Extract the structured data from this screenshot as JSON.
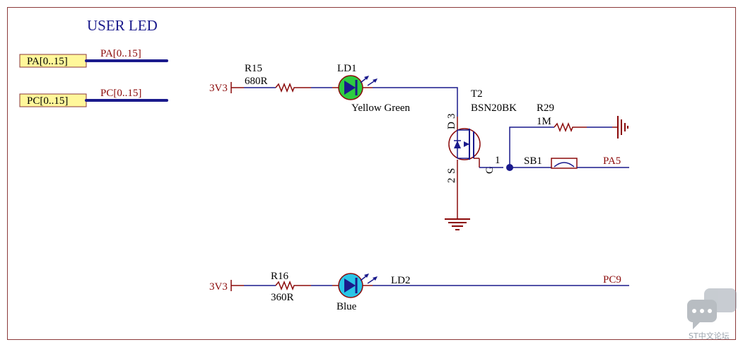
{
  "title": "USER LED",
  "ports": {
    "pa": {
      "label": "PA[0..15]",
      "net": "PA[0..15]"
    },
    "pc": {
      "label": "PC[0..15]",
      "net": "PC[0..15]"
    }
  },
  "power": {
    "top": "3V3",
    "bottom": "3V3"
  },
  "r15": {
    "ref": "R15",
    "value": "680R"
  },
  "ld1": {
    "ref": "LD1",
    "color": "Yellow Green"
  },
  "t2": {
    "ref": "T2",
    "value": "BSN20BK",
    "pin_d": "D",
    "pin_3": "3",
    "pin_s": "S",
    "pin_2": "2",
    "pin_g": "G",
    "pin_1": "1"
  },
  "r29": {
    "ref": "R29",
    "value": "1M"
  },
  "sb1": {
    "ref": "SB1"
  },
  "nets": {
    "pa5": "PA5",
    "pc9": "PC9"
  },
  "r16": {
    "ref": "R16",
    "value": "360R"
  },
  "ld2": {
    "ref": "LD2",
    "color": "Blue"
  },
  "watermark": "ST中文论坛",
  "colors": {
    "wire": "#1a1a8c",
    "component": "#8b0a0a",
    "led_green": "#2ecc40",
    "led_blue": "#29c5e6",
    "port_fill": "#fff79a"
  }
}
